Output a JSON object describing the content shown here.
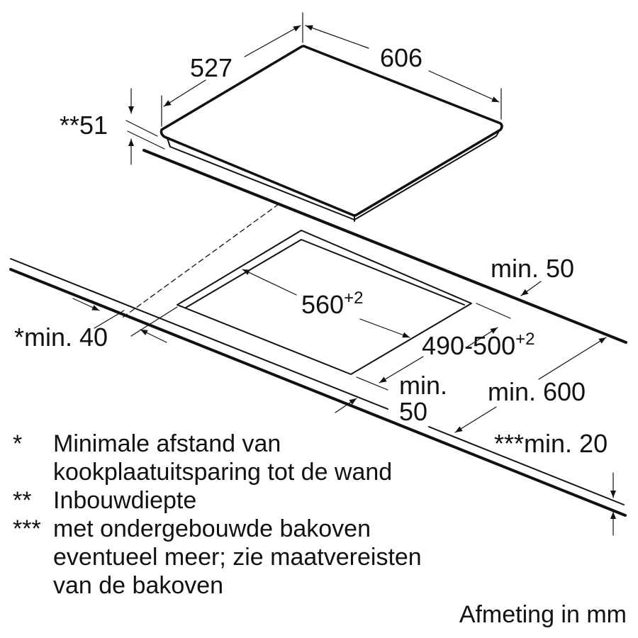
{
  "dimensions": {
    "hob_depth": "527",
    "hob_width": "606",
    "built_in_depth": "**51",
    "cutout_width": "560",
    "cutout_width_tol": "+2",
    "cutout_depth": "490-500",
    "cutout_depth_tol": "+2",
    "wall_distance": "*min. 40",
    "back_edge": "min. 50",
    "front_edge_1": "min.",
    "front_edge_2": "50",
    "worktop_depth": "min. 600",
    "worktop_thickness": "***min. 20"
  },
  "notes": [
    {
      "mark": "*",
      "lines": [
        "Minimale afstand van",
        "kookplaatuitsparing tot de wand"
      ]
    },
    {
      "mark": "**",
      "lines": [
        "Inbouwdiepte"
      ]
    },
    {
      "mark": "***",
      "lines": [
        "met ondergebouwde bakoven",
        "eventueel meer; zie maatvereisten",
        "van de bakoven"
      ]
    }
  ],
  "unit_note": "Afmeting in mm"
}
